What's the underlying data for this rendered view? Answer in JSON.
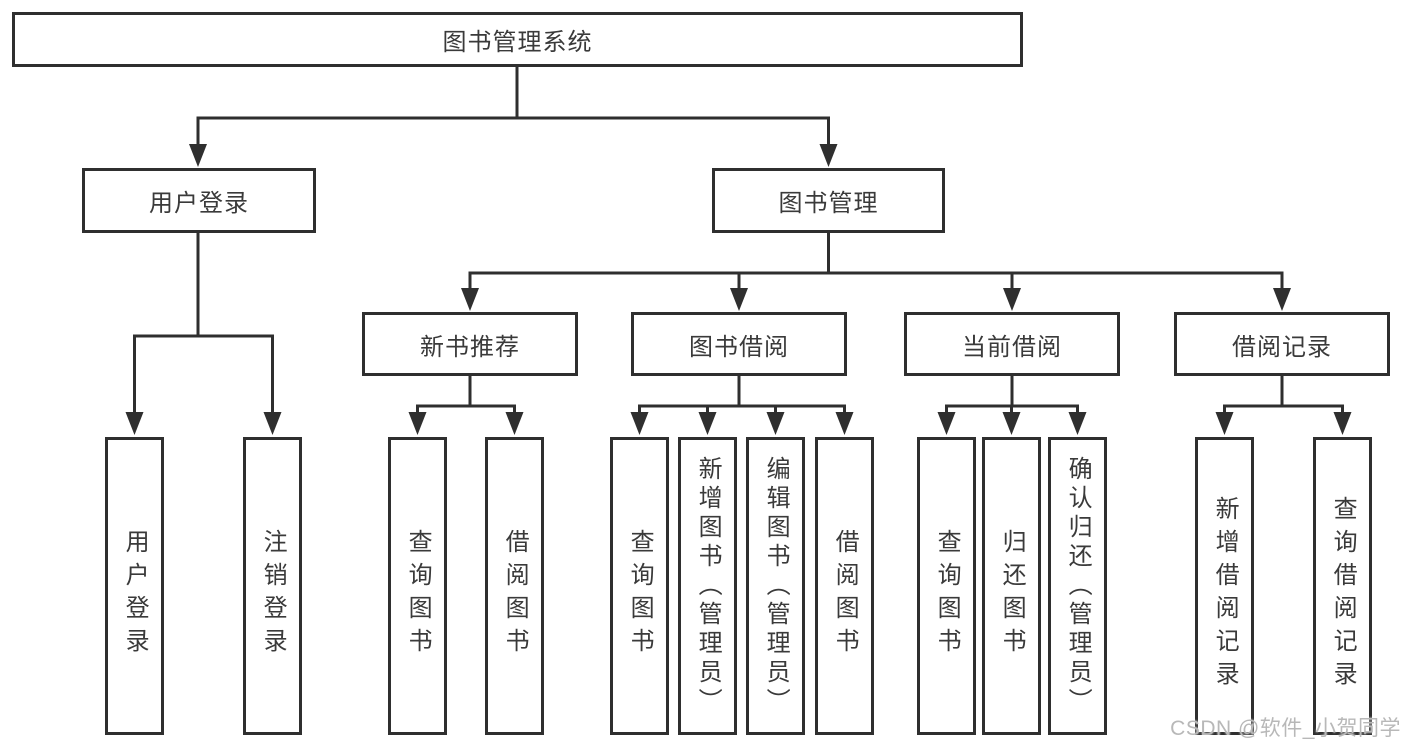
{
  "diagram": {
    "root": {
      "label": "图书管理系统"
    },
    "branches": [
      {
        "label": "用户登录",
        "children": [
          {
            "label": "用户登录"
          },
          {
            "label": "注销登录"
          }
        ]
      },
      {
        "label": "图书管理",
        "children": [
          {
            "label": "新书推荐",
            "children": [
              {
                "label": "查询图书"
              },
              {
                "label": "借阅图书"
              }
            ]
          },
          {
            "label": "图书借阅",
            "children": [
              {
                "label": "查询图书"
              },
              {
                "label": "新增图书（管理员）"
              },
              {
                "label": "编辑图书（管理员）"
              },
              {
                "label": "借阅图书"
              }
            ]
          },
          {
            "label": "当前借阅",
            "children": [
              {
                "label": "查询图书"
              },
              {
                "label": "归还图书"
              },
              {
                "label": "确认归还（管理员）"
              }
            ]
          },
          {
            "label": "借阅记录",
            "children": [
              {
                "label": "新增借阅记录"
              },
              {
                "label": "查询借阅记录"
              }
            ]
          }
        ]
      }
    ]
  },
  "watermark": {
    "text": "CSDN @软件_小贺同学"
  },
  "colors": {
    "line": "#2f2f2f",
    "box_border": "#2f2f2f",
    "text": "#3a3a3a",
    "watermark_text": "#b8b8b8",
    "background": "#ffffff"
  }
}
